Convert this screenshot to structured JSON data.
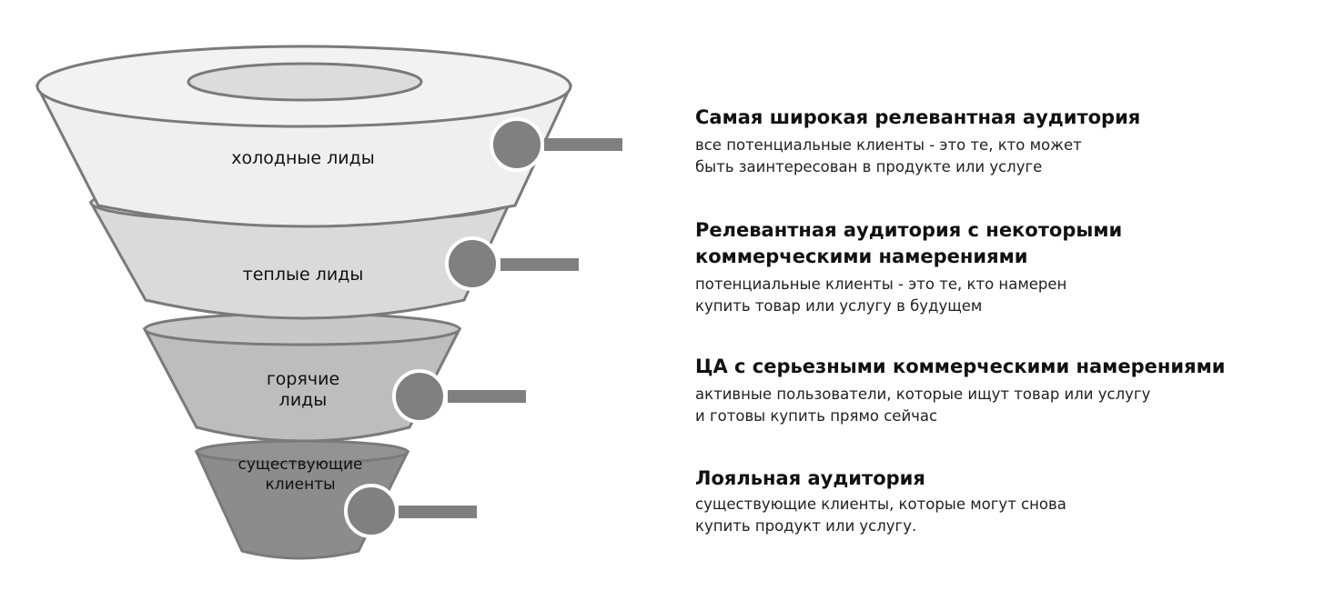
{
  "funnel": {
    "layers": [
      {
        "label": "холодные лиды",
        "fill": "#efefef"
      },
      {
        "label": "теплые лиды",
        "fill": "#dadada"
      },
      {
        "label": "горячие лиды",
        "fill": "#bdbdbd"
      },
      {
        "label": "существующие клиенты",
        "fill": "#8c8c8c"
      }
    ],
    "stroke": "#7a7a7a",
    "marker_color": "#808080"
  },
  "descriptions": [
    {
      "title": "Самая широкая релевантная аудитория",
      "text_1": "все потенциальные клиенты - это те, кто может",
      "text_2": "быть заинтересован в продукте или услуге"
    },
    {
      "title_1": "Релевантная аудитория с некоторыми",
      "title_2": "коммерческими намерениями",
      "text_1": "потенциальные клиенты - это те, кто намерен",
      "text_2": "купить товар или услугу в будущем"
    },
    {
      "title": "ЦА с серьезными коммерческими намерениями",
      "text_1": "активные пользователи, которые ищут товар или услугу",
      "text_2": "и готовы купить прямо сейчас"
    },
    {
      "title": "Лояльная аудитория",
      "text_1": "существующие клиенты, которые могут снова",
      "text_2": "купить продукт или услугу."
    }
  ]
}
